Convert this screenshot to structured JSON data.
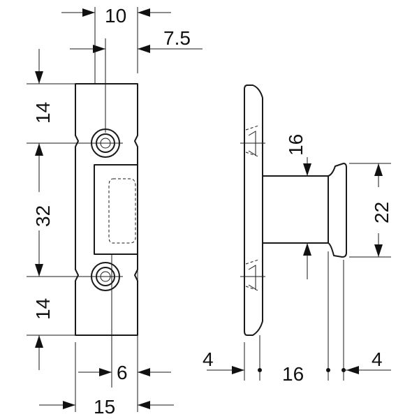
{
  "dimensions": {
    "top_width": "10",
    "offset": "7.5",
    "top_height": "14",
    "center_span": "32",
    "bottom_height": "14",
    "slot_width": "6",
    "overall_width": "15",
    "head_height": "16",
    "head_diameter": "22",
    "plate_thickness": "4",
    "shaft_length": "16",
    "head_thickness": "4"
  }
}
